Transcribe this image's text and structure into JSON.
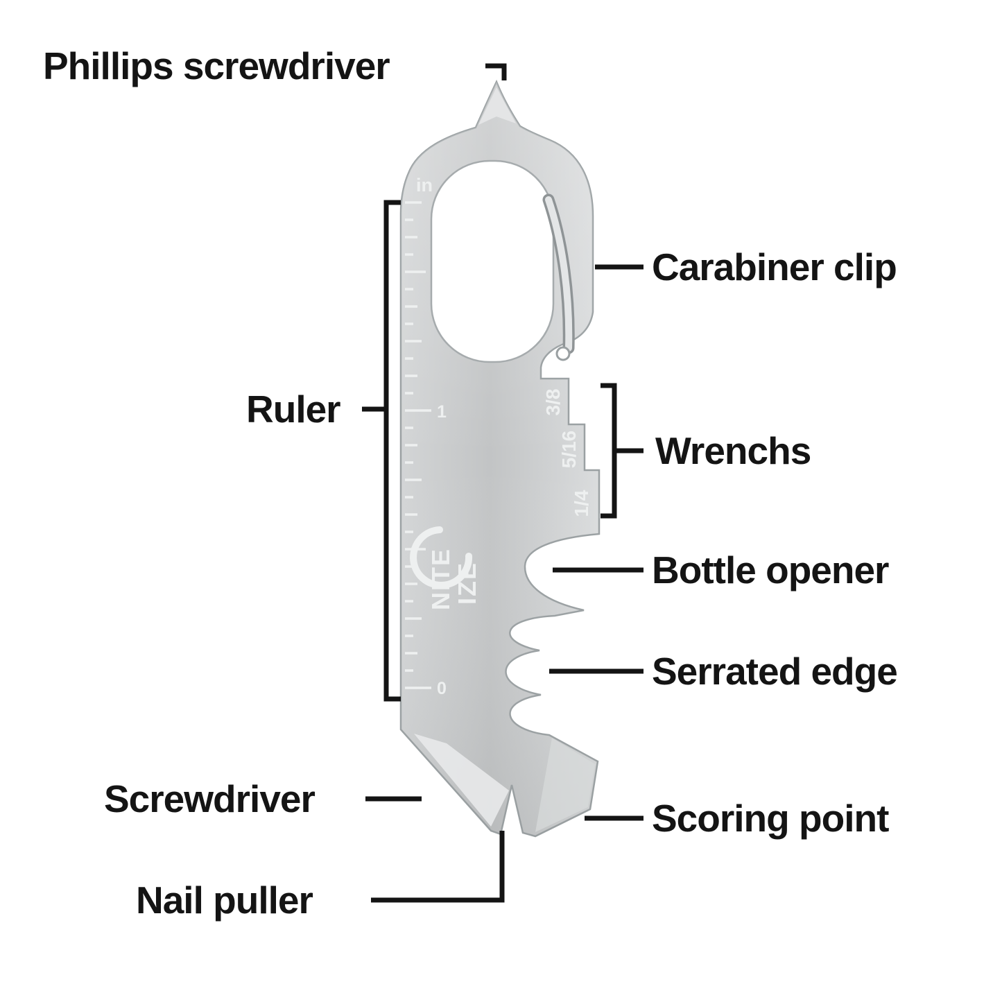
{
  "figure": {
    "background": "#ffffff",
    "line_color": "#141414",
    "metal_color": "#c6c8c9",
    "etch_color": "#eef0f0"
  },
  "labels": {
    "phillips_screwdriver": "Phillips screwdriver",
    "carabiner_clip": "Carabiner clip",
    "ruler": "Ruler",
    "wrenchs": "Wrenchs",
    "bottle_opener": "Bottle opener",
    "serrated_edge": "Serrated edge",
    "screwdriver": "Screwdriver",
    "scoring_point": "Scoring point",
    "nail_puller": "Nail puller"
  },
  "tool_markings": {
    "ruler_unit": "in",
    "ruler_numbers": [
      "1",
      "0"
    ],
    "wrench_sizes": [
      "1/4",
      "5/16",
      "3/8"
    ],
    "brand": {
      "line1": "NITE",
      "line2": "IZE"
    }
  }
}
